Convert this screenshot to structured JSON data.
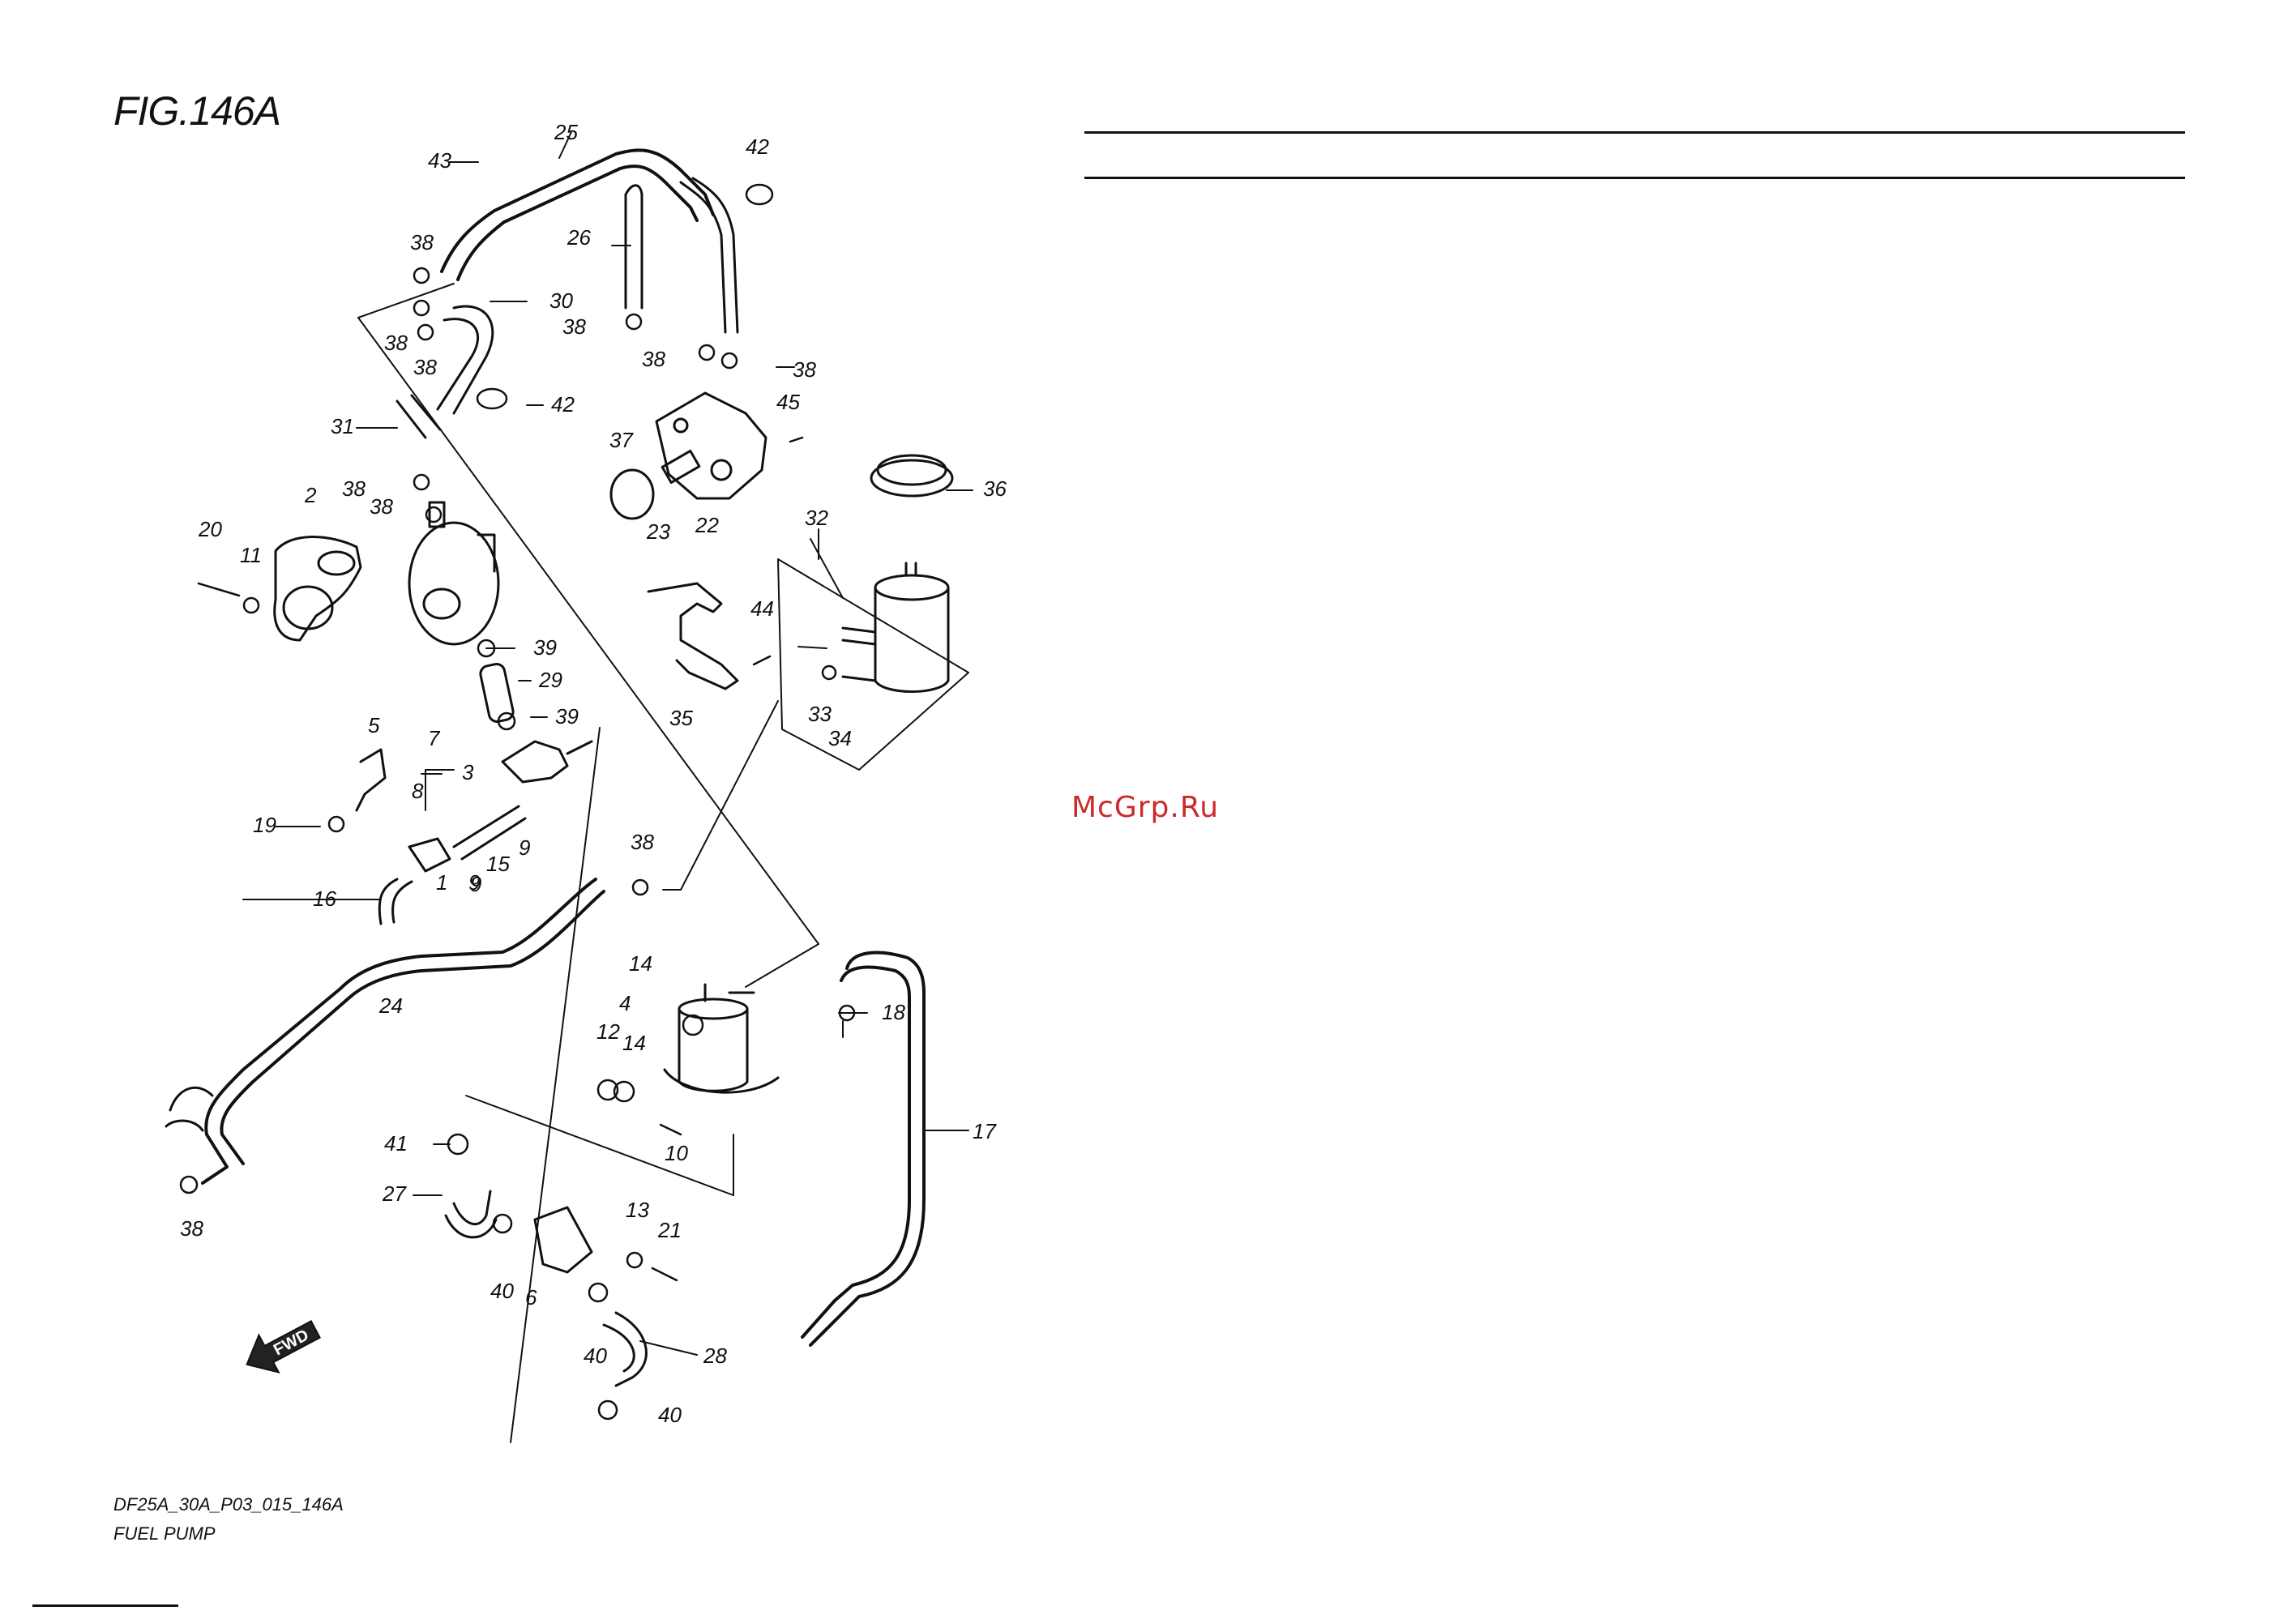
{
  "figure": {
    "title": "FIG.146A",
    "code": "DF25A_30A_P03_015_146A",
    "name": "FUEL PUMP",
    "watermark": "McGrp.Ru",
    "fwd": "FWD"
  },
  "callouts": [
    "1",
    "2",
    "3",
    "4",
    "5",
    "6",
    "7",
    "8",
    "9",
    "9",
    "9",
    "10",
    "11",
    "12",
    "13",
    "14",
    "14",
    "15",
    "16",
    "17",
    "18",
    "19",
    "20",
    "21",
    "22",
    "23",
    "24",
    "25",
    "26",
    "27",
    "28",
    "29",
    "30",
    "31",
    "32",
    "33",
    "34",
    "35",
    "36",
    "37",
    "38",
    "38",
    "38",
    "38",
    "38",
    "38",
    "38",
    "38",
    "38",
    "38",
    "39",
    "39",
    "40",
    "40",
    "40",
    "41",
    "42",
    "42",
    "43",
    "44",
    "45"
  ],
  "colors": {
    "ink": "#111111",
    "watermark": "#cc2a2a"
  }
}
